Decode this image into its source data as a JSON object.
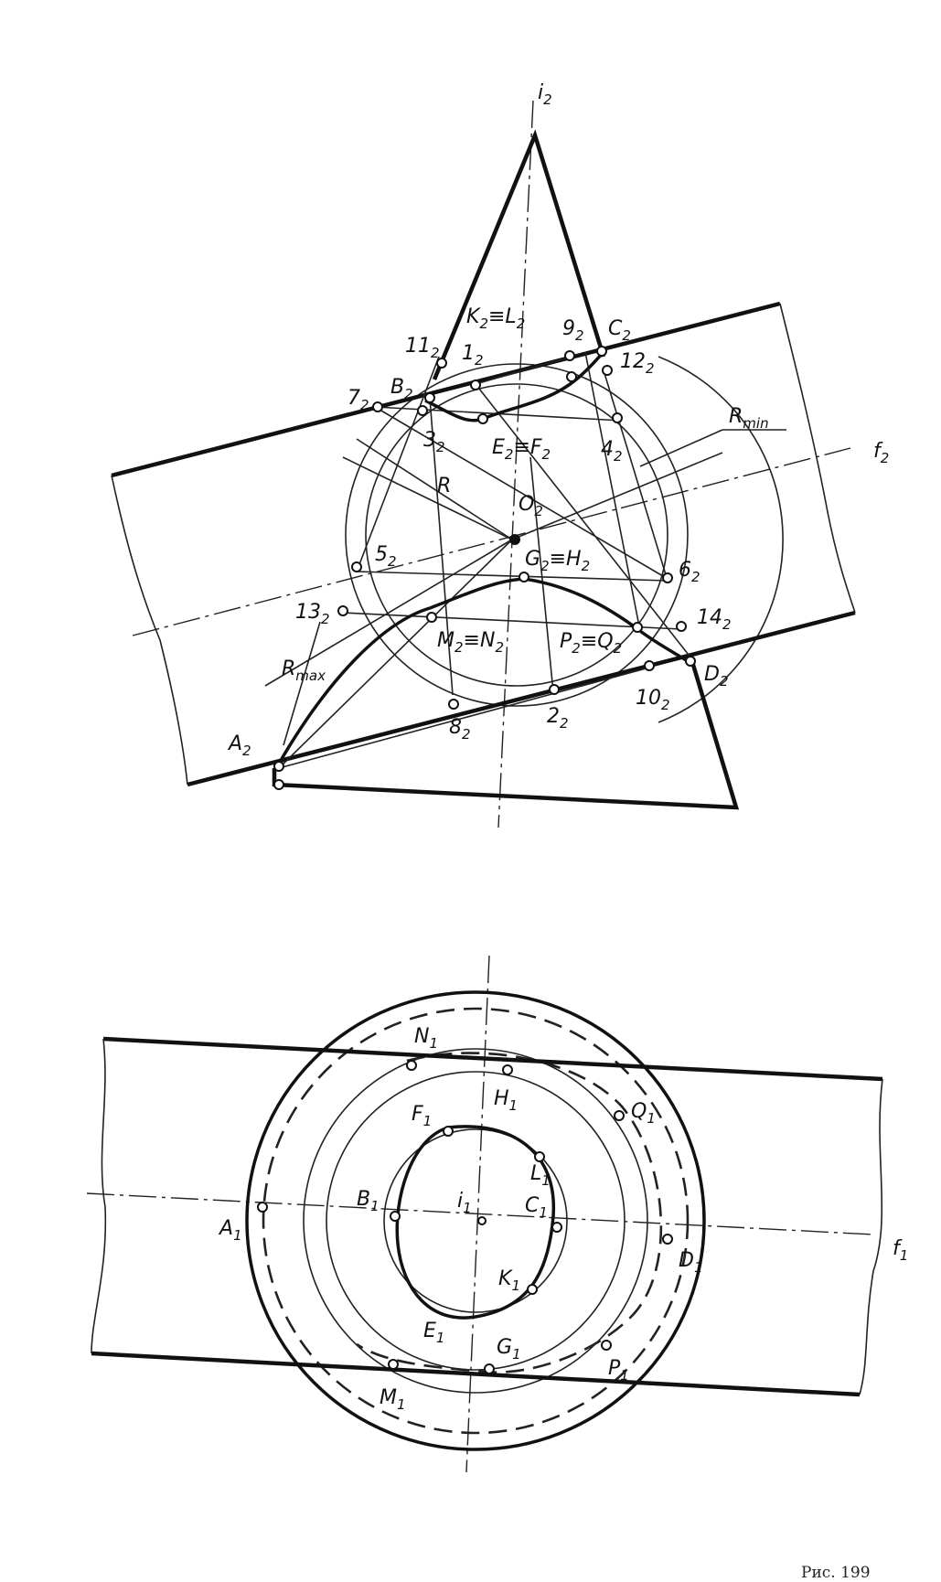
{
  "figure": {
    "caption": "Рис. 199",
    "front_view": {
      "labels": {
        "i": "i",
        "i_sub": "2",
        "f": "f",
        "f_sub": "2",
        "K": "K",
        "K_sub": "2",
        "L": "L",
        "L_sub": "2",
        "C": "C",
        "C_sub": "2",
        "B": "B",
        "B_sub": "2",
        "E": "E",
        "E_sub": "2",
        "F": "F",
        "F_sub": "2",
        "O": "O",
        "O_sub": "2",
        "G": "G",
        "G_sub": "2",
        "H": "H",
        "H_sub": "2",
        "M": "M",
        "M_sub": "2",
        "N": "N",
        "N_sub": "2",
        "P": "P",
        "P_sub": "2",
        "Q": "Q",
        "Q_sub": "2",
        "A": "A",
        "A_sub": "2",
        "D": "D",
        "D_sub": "2",
        "R": "R",
        "Rmin": "R",
        "Rmin_sub": "min",
        "Rmax": "R",
        "Rmax_sub": "max",
        "n1": "1",
        "n2": "2",
        "n3": "3",
        "n4": "4",
        "n5": "5",
        "n6": "6",
        "n7": "7",
        "n8": "8",
        "n9": "9",
        "n10": "10",
        "n11": "11",
        "n12": "12",
        "n13": "13",
        "n14": "14",
        "equiv": "≡"
      }
    },
    "top_view": {
      "labels": {
        "N": "N",
        "N_sub": "1",
        "H": "H",
        "H_sub": "1",
        "Q": "Q",
        "Q_sub": "1",
        "F": "F",
        "F_sub": "1",
        "L": "L",
        "L_sub": "1",
        "A": "A",
        "A_sub": "1",
        "B": "B",
        "B_sub": "1",
        "i": "i",
        "i_sub": "1",
        "C": "C",
        "C_sub": "1",
        "D": "D",
        "D_sub": "1",
        "f": "f",
        "f_sub": "1",
        "K": "K",
        "K_sub": "1",
        "E": "E",
        "E_sub": "1",
        "G": "G",
        "G_sub": "1",
        "P": "P",
        "P_sub": "1",
        "M": "M",
        "M_sub": "1"
      }
    }
  }
}
